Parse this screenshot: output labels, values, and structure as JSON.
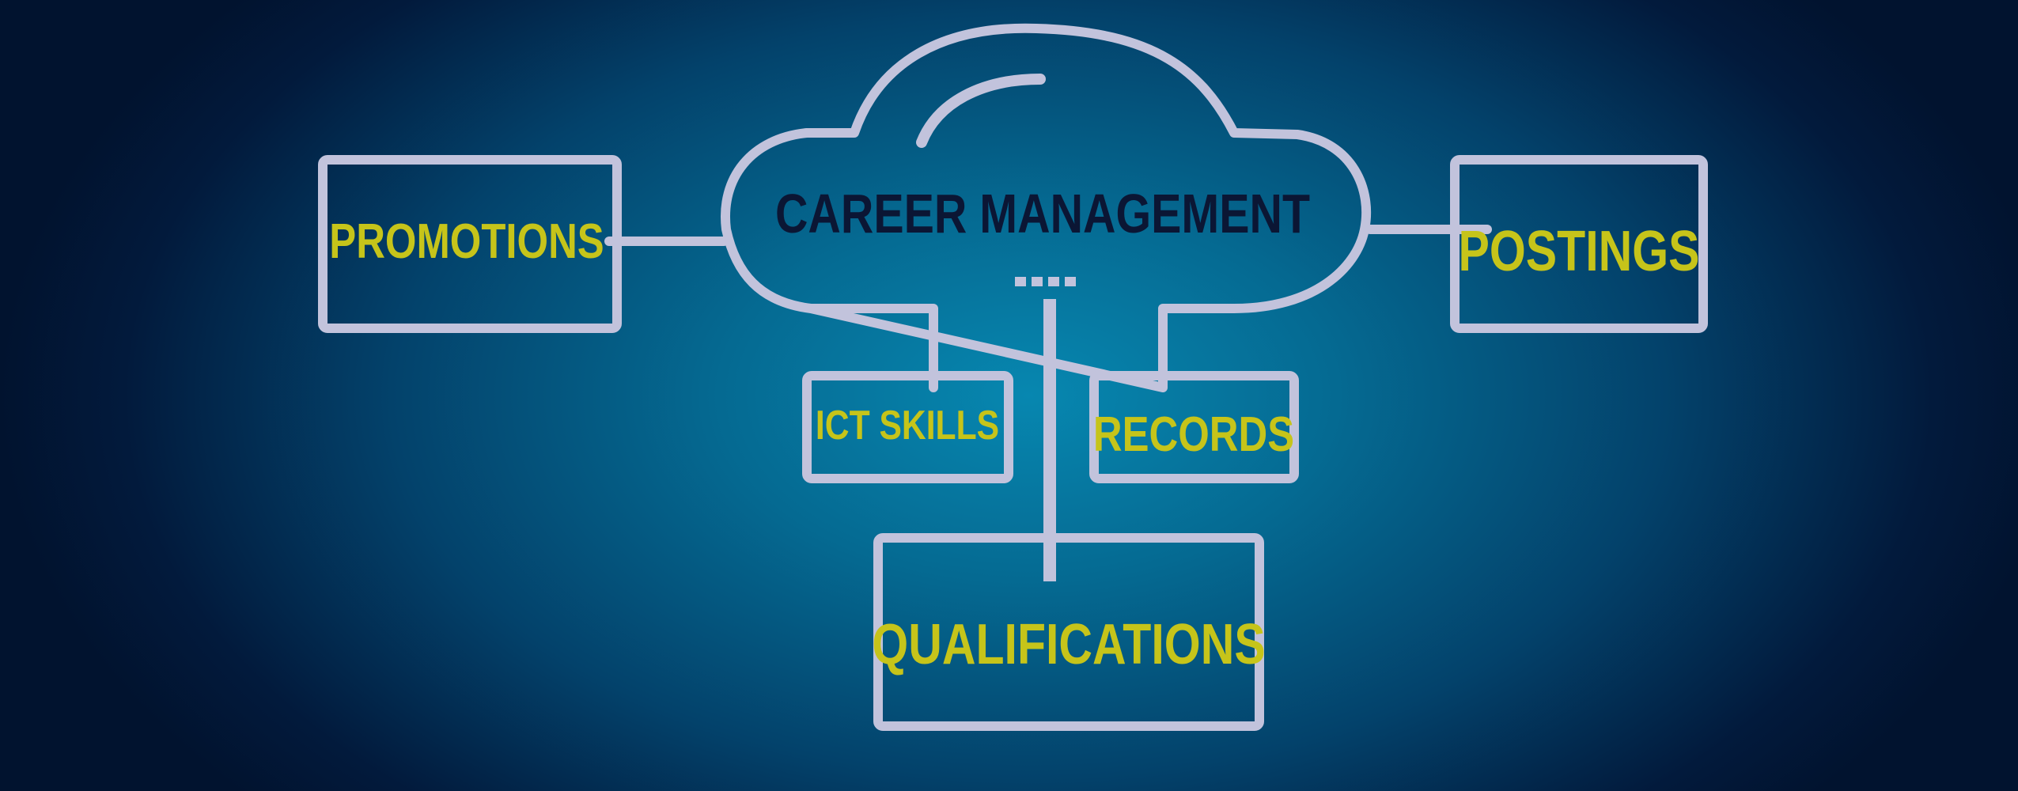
{
  "diagram": {
    "center": "CAREER MANAGEMENT",
    "nodes": {
      "promotions": "PROMOTIONS",
      "postings": "POSTINGS",
      "ict_skills": "ICT SKILLS",
      "records": "RECORDS",
      "qualifications": "QUALIFICATIONS"
    }
  },
  "colors": {
    "outline": "#c2c3dc",
    "node_text": "#c6c41a",
    "center_text": "#0b1634",
    "background_center": "#0787b0",
    "background_edge": "#01132f"
  }
}
